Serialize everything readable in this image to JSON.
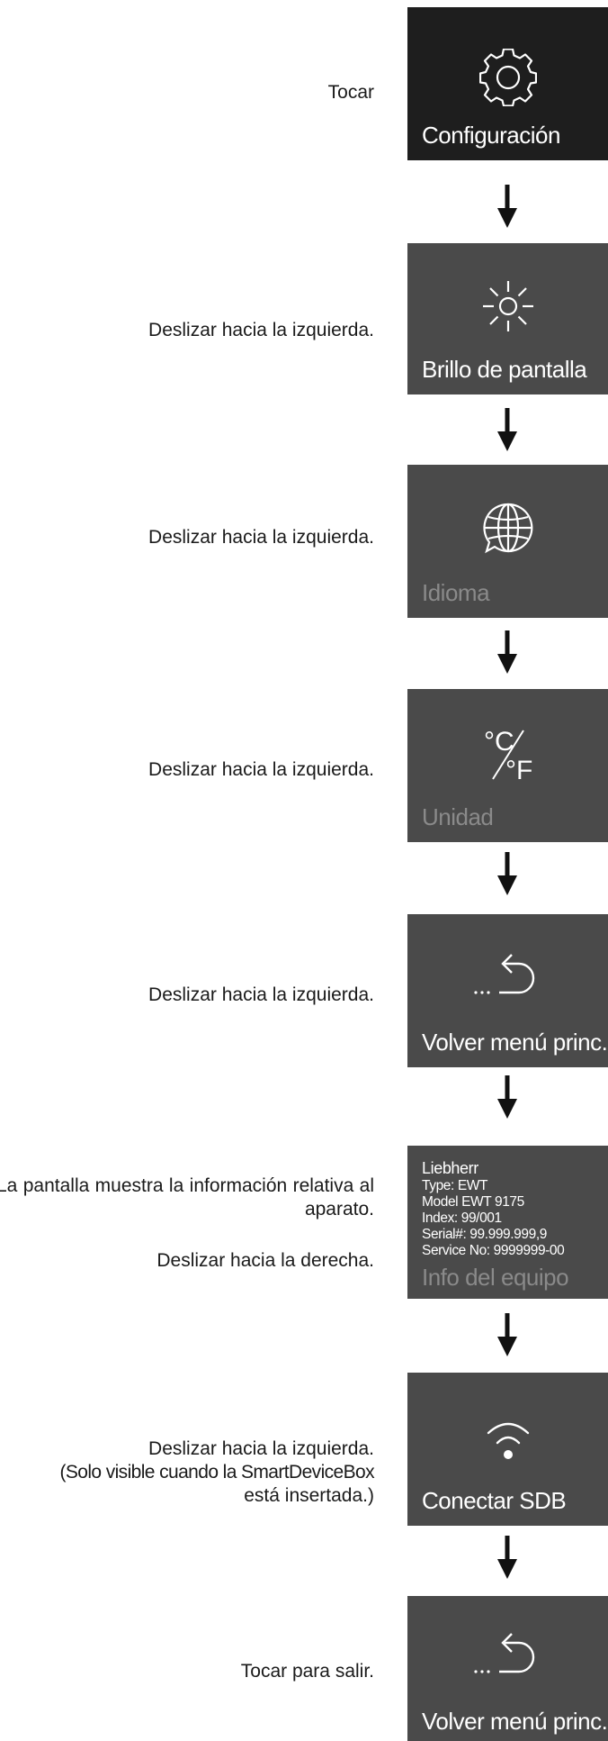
{
  "colors": {
    "tile": "#4a4a4a",
    "tile_dark": "#1e1e1e",
    "label_dim": "#8a8a8a",
    "text": "#1a1a1a"
  },
  "steps": [
    {
      "instruction": "Tocar",
      "tile": {
        "label": "Configuración",
        "icon": "gear-icon",
        "label_dimmed": false
      }
    },
    {
      "instruction": "Deslizar hacia la izquierda.",
      "tile": {
        "label": "Brillo de pantalla",
        "icon": "brightness-icon",
        "label_dimmed": false
      }
    },
    {
      "instruction": "Deslizar hacia la izquierda.",
      "tile": {
        "label": "Idioma",
        "icon": "language-globe-icon",
        "label_dimmed": true
      }
    },
    {
      "instruction": "Deslizar hacia la izquierda.",
      "tile": {
        "label": "Unidad",
        "icon": "celsius-fahrenheit-icon",
        "label_dimmed": true
      }
    },
    {
      "instruction": "Deslizar hacia la izquierda.",
      "tile": {
        "label": "Volver menú princ.",
        "icon": "back-arrow-icon",
        "label_dimmed": false
      }
    },
    {
      "instruction": "La pantalla muestra la información relativa al aparato.",
      "instruction2": "Deslizar hacia la derecha.",
      "tile": {
        "label": "Info del equipo",
        "icon": "info-text",
        "label_dimmed": true,
        "info_lines": [
          "Liebherr",
          "Type: EWT",
          "Model EWT 9175",
          "Index: 99/001",
          "Serial#: 99.999.999,9",
          "Service No: 9999999-00"
        ]
      }
    },
    {
      "instruction": "Deslizar hacia la izquierda.",
      "instruction2": "(Solo visible cuando la SmartDeviceBox",
      "instruction3": "está insertada.)",
      "tile": {
        "label": "Conectar SDB",
        "icon": "wifi-icon",
        "label_dimmed": false
      }
    },
    {
      "instruction": "Tocar para salir.",
      "tile": {
        "label": "Volver menú princ.",
        "icon": "back-arrow-icon",
        "label_dimmed": false
      }
    }
  ]
}
